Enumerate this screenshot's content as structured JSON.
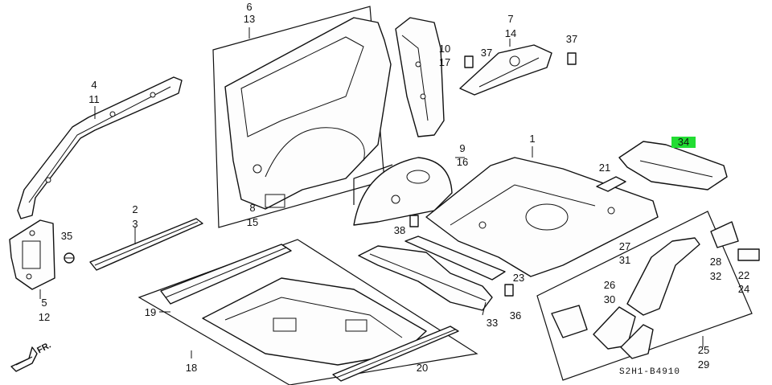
{
  "callouts": {
    "c6": "6",
    "c13": "13",
    "c7": "7",
    "c14": "14",
    "c37a": "37",
    "c37b": "37",
    "c10": "10",
    "c17": "17",
    "c4": "4",
    "c11": "11",
    "c8": "8",
    "c15": "15",
    "c9": "9",
    "c16": "16",
    "c1": "1",
    "c21": "21",
    "c34": "34",
    "c2": "2",
    "c3": "3",
    "c35": "35",
    "c5": "5",
    "c12": "12",
    "c38": "38",
    "c27": "27",
    "c31": "31",
    "c28": "28",
    "c32": "32",
    "c22": "22",
    "c24": "24",
    "c23": "23",
    "c26": "26",
    "c30": "30",
    "c36": "36",
    "c33": "33",
    "c19": "19",
    "c18": "18",
    "c20": "20",
    "c25": "25",
    "c29": "29"
  },
  "diagram_code": "S2H1-B4910",
  "direction_label": "FR.",
  "highlight_color": "#22dd33"
}
